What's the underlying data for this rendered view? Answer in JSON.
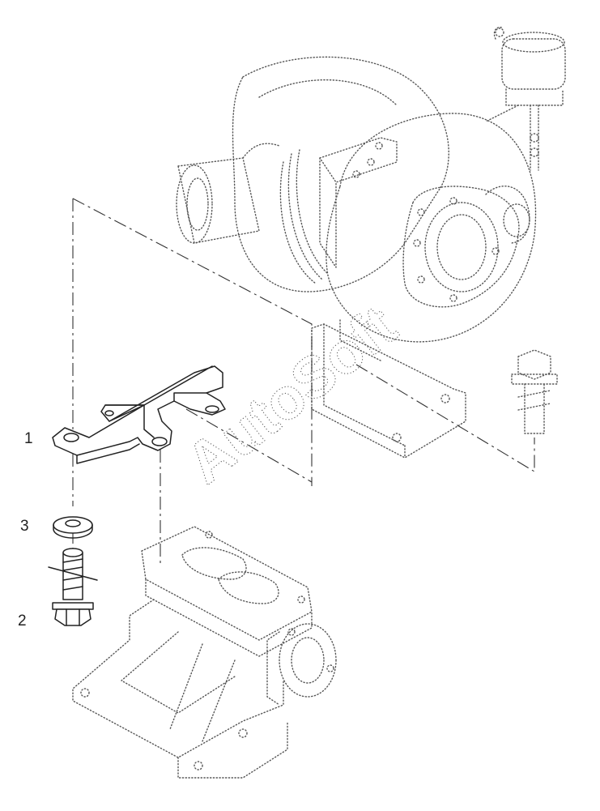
{
  "diagram": {
    "callouts": [
      {
        "id": "1",
        "label": "1"
      },
      {
        "id": "3",
        "label": "3"
      },
      {
        "id": "2",
        "label": "2"
      }
    ],
    "watermark": "AutoSoft",
    "parts": {
      "turbocharger": "turbocharger-outline",
      "bracket": "bracket-part",
      "washer": "washer-part",
      "bolt": "bolt-part",
      "exhaust_manifold": "exhaust-manifold-outline",
      "mounting_bolt": "mounting-bolt-outline"
    }
  }
}
